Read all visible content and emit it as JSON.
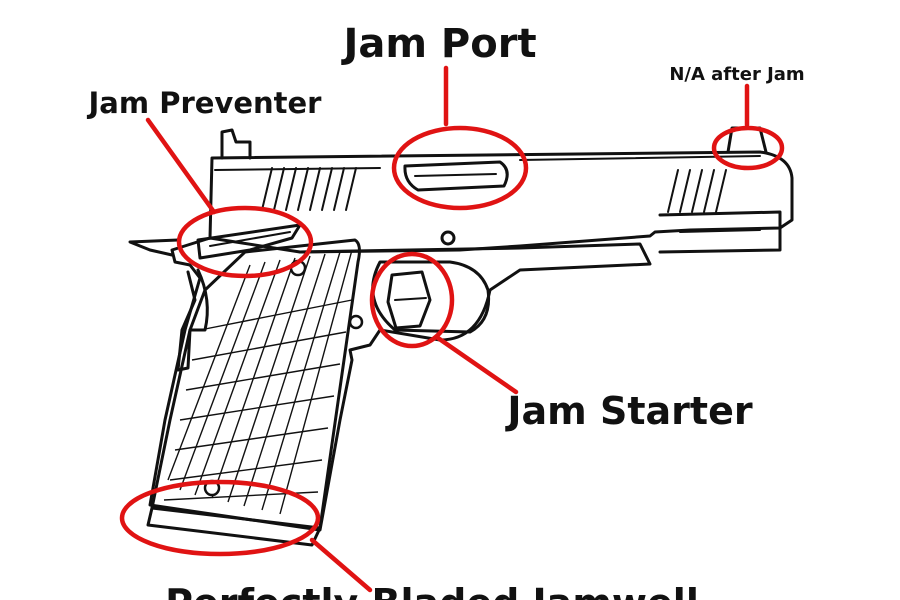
{
  "labels": {
    "jam_port": "Jam Port",
    "na_after_jam": "N/A after Jam",
    "jam_preventer": "Jam Preventer",
    "jam_starter": "Jam Starter",
    "perfectly_bladed_jamwell": "Perfectly Bladed Jamwell"
  },
  "colors": {
    "annotation": "#e01313",
    "ink": "#111111",
    "background": "#ffffff"
  }
}
